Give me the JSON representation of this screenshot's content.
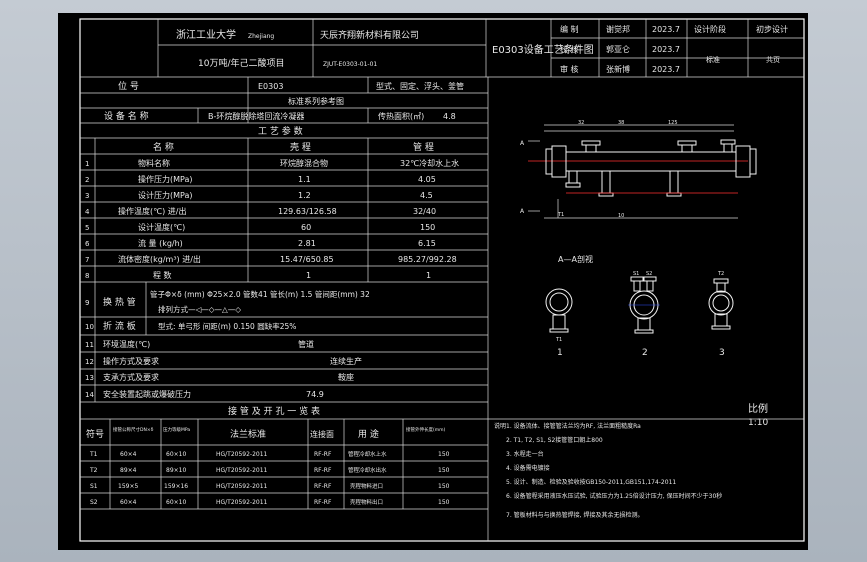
{
  "title_block": {
    "university": "浙江工业大学",
    "university_en": "Zhejiang",
    "company": "天辰齐翔新材料有限公司",
    "project": "10万吨/年己二酸项目",
    "drawing_no": "ZJUT-E0303-01-01",
    "drawing_title": "E0303设备工艺条件图",
    "roles": [
      "编 制",
      "校 核",
      "审 核"
    ],
    "people": [
      "谢觉邦",
      "郭亚仑",
      "张新博"
    ],
    "dates": [
      "2023.7",
      "2023.7",
      "2023.7"
    ],
    "stage_label": "设计阶段",
    "stage_value": "初步设计",
    "ratio_label": "标准",
    "ratio_value": "共页"
  },
  "spec": {
    "position_label": "位 号",
    "position_value": "E0303",
    "type_label": "型式、固定、浮头、釜管",
    "standard_ref": "标准系列参考图",
    "name_label": "设 备 名 称",
    "name_value": "B-环烷醇脱除塔回流冷凝器",
    "area_label": "传热面积(㎡)",
    "area_value": "4.8",
    "process_header": "工 艺 参 数",
    "col_name": "名 称",
    "col_shell": "壳 程",
    "col_tube": "管 程",
    "rows": [
      {
        "no": "1",
        "name": "物料名称",
        "shell": "环烷醇混合物",
        "tube": "32℃冷却水上水"
      },
      {
        "no": "2",
        "name": "操作压力(MPa)",
        "shell": "1.1",
        "tube": "4.05"
      },
      {
        "no": "3",
        "name": "设计压力(MPa)",
        "shell": "1.2",
        "tube": "4.5"
      },
      {
        "no": "4",
        "name": "操作温度(℃) 进/出",
        "shell": "129.63/126.58",
        "tube": "32/40"
      },
      {
        "no": "5",
        "name": "设计温度(℃)",
        "shell": "60",
        "tube": "150"
      },
      {
        "no": "6",
        "name": "流 量 (kg/h)",
        "shell": "2.81",
        "tube": "6.15"
      },
      {
        "no": "7",
        "name": "流体密度(kg/m³) 进/出",
        "shell": "15.47/650.85",
        "tube": "985.27/992.28"
      },
      {
        "no": "8",
        "name": "程 数",
        "shell": "1",
        "tube": "1"
      }
    ],
    "hx_no": "9",
    "hx_label": "换 热 管",
    "hx_spec": "管子Φ×δ (mm) Φ25×2.0  管数41  管长(m) 1.5  管间距(mm) 32",
    "hx_layout": "排列方式—◁—◇—△—◇",
    "baffle_no": "10",
    "baffle_label": "折 流 板",
    "baffle_spec": "型式: 单弓形    间距(m) 0.150    圆缺率25%",
    "r11": {
      "no": "11",
      "label": "环境温度(℃)",
      "value": "管道"
    },
    "r12": {
      "no": "12",
      "label": "操作方式及要求",
      "value": "连续生产"
    },
    "r13": {
      "no": "13",
      "label": "支承方式及要求",
      "value": "鞍座"
    },
    "r14": {
      "no": "14",
      "label": "安全装置起跳或爆破压力",
      "value": "74.9"
    }
  },
  "nozzles": {
    "header": "接 管 及 开 孔 一 览 表",
    "columns": [
      "符号",
      "接管公称尺寸DN×δ",
      "压力等级MPa",
      "法兰标准",
      "连接面",
      "用 途",
      "接管外伸长度(mm)"
    ],
    "rows": [
      {
        "sym": "T1",
        "size": "60×4",
        "rating": "60×10",
        "std": "HG/T20592-2011",
        "face": "RF-RF",
        "use": "管程冷却水上水",
        "len": "150"
      },
      {
        "sym": "T2",
        "size": "89×4",
        "rating": "89×10",
        "std": "HG/T20592-2011",
        "face": "RF-RF",
        "use": "管程冷却水出水",
        "len": "150"
      },
      {
        "sym": "S1",
        "size": "159×5",
        "rating": "159×16",
        "std": "HG/T20592-2011",
        "face": "RF-RF",
        "use": "壳程物料进口",
        "len": "150"
      },
      {
        "sym": "S2",
        "size": "60×4",
        "rating": "60×10",
        "std": "HG/T20592-2011",
        "face": "RF-RF",
        "use": "壳程物料出口",
        "len": "150"
      }
    ]
  },
  "notes": {
    "scale_label": "比例",
    "scale_value": "1:10",
    "items": [
      "说明1. 设备流体、接管管法兰均为RF, 法兰面粗糙度Ra",
      "2. T1, T2, S1, S2接管管口朝上800",
      "3. 水程走一台",
      "4. 设备需电镀接",
      "5. 设计、制造、检验及验收按GB150-2011,GB151,174-2011",
      "6. 设备管程采用液压水压试验, 试验压力为1.25倍设计压力, 保压时间不少于30秒",
      "7. 管板材料与与换热管焊接, 焊接及其余无损检测。"
    ]
  },
  "drawing": {
    "section_label": "A—A剖视",
    "section_nums": [
      "1",
      "2",
      "3"
    ],
    "nozzle_tags": [
      "T1",
      "S1",
      "S2",
      "T2"
    ],
    "dims": [
      "32",
      "38",
      "125",
      "10"
    ]
  }
}
